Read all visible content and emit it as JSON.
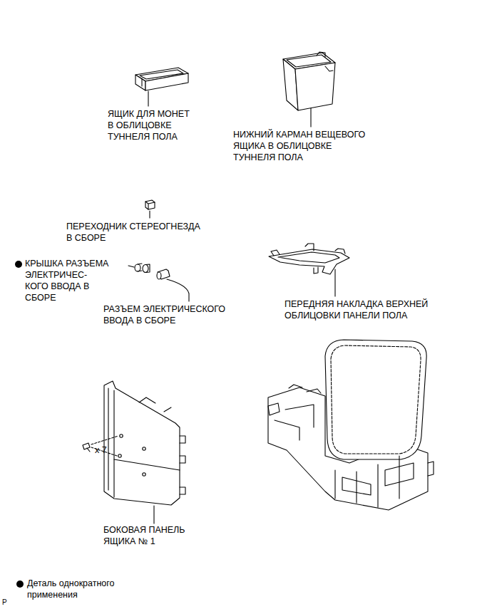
{
  "diagram": {
    "labels": [
      "ЯЩИК ДЛЯ МОНЕТ В ОБЛИЦОВКЕ ТУННЕЛЯ ПОЛА",
      "НИЖНИЙ КАРМАН ВЕЩЕВОГО ЯЩИКА В ОБЛИЦОВКЕ ТУННЕЛЯ ПОЛА",
      "ПЕРЕХОДНИК СТЕРЕОГНЕЗДА В СБОРЕ",
      "КРЫШКА РАЗЪЕМА ЭЛЕКТРИЧЕС- КОГО ВВОДА В СБОРЕ",
      "РАЗЪЕМ ЭЛЕКТРИЧЕСКОГО ВВОДА В СБОРЕ",
      "ПЕРЕДНЯЯ НАКЛАДКА ВЕРХНЕЙ ОБЛИЦОВКИ ПАНЕЛИ ПОЛА",
      "x 7",
      "БОКОВАЯ ПАНЕЛЬ ЯЩИКА № 1",
      "P"
    ],
    "legend": [
      {
        "text": "Деталь однократного применения"
      }
    ]
  }
}
